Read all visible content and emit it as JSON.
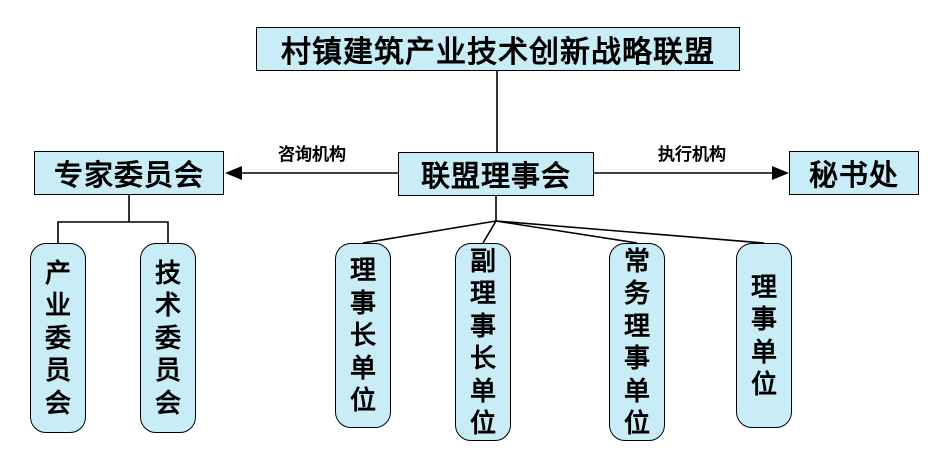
{
  "diagram": {
    "title": "村镇建筑产业技术创新战略联盟",
    "council": "联盟理事会",
    "expert_committee": "专家委员会",
    "secretariat": "秘书处",
    "advisory_label": "咨询机构",
    "executive_label": "执行机构",
    "expert_children": [
      {
        "label": "产业委员会"
      },
      {
        "label": "技术委员会"
      }
    ],
    "council_children": [
      {
        "label": "理事长单位"
      },
      {
        "label": "副理事长单位"
      },
      {
        "label": "常务理事单位"
      },
      {
        "label": "理事单位"
      }
    ],
    "colors": {
      "box_fill": "#c9edf6",
      "box_border": "#000000",
      "line": "#000000"
    }
  }
}
